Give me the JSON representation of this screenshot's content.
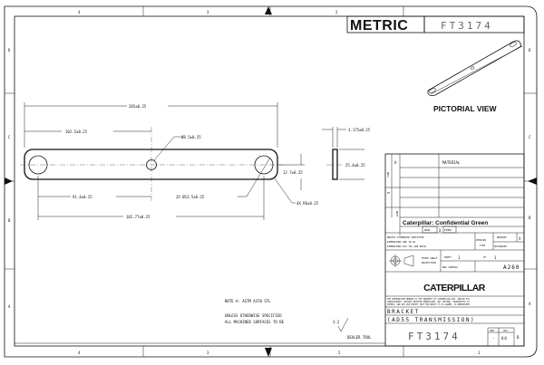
{
  "frame": {
    "zones_top": [
      "4",
      "3",
      "2"
    ],
    "zones_bottom": [
      "4",
      "3",
      "2",
      "1"
    ],
    "zones_left": [
      "D",
      "C",
      "B",
      "A"
    ],
    "zones_right": [
      "D",
      "C",
      "B",
      "A"
    ]
  },
  "header": {
    "metric_label": "METRIC",
    "drawing_number": "FT3174"
  },
  "pictorial": {
    "label": "PICTORIAL VIEW"
  },
  "dimensions": {
    "overall_length": "205±0.25",
    "center_hole_position": "102.5±0.25",
    "center_hole_dia": "Ø8.5±0.25",
    "end_hole_dia": "2X Ø13.5±0.25",
    "hole_to_center": "91.4±0.25",
    "hole_spacing": "182.77±0.25",
    "hole_height": "12.7±0.25",
    "corner_radius": "4X R6±0.25",
    "thickness": "3.175±0.25",
    "width": "25.4±0.25"
  },
  "notes": {
    "note_a": "NOTE A: ASTM A370 STL",
    "line1": "UNLESS OTHERWISE SPECIFIED",
    "line2": "ALL MACHINED SURFACES TO BE",
    "finish_value": "3.2",
    "dealer_tool": "DEALER TOOL"
  },
  "title_block": {
    "matl_label": "MATL",
    "wt_label": "WT",
    "note_label": "NOTE",
    "rev_a": "A",
    "material_label": "MATERIAL",
    "confidential": "Caterpillar: Confidential Green",
    "prod": "PROD.",
    "prod_mark": "X",
    "other": "OTHER",
    "unless1": "UNLESS OTHERWISE SPECIFIED",
    "unless2": "DIMENSIONS ARE IN mm",
    "unless3": "DIMENSIONS W/O TOL ARE BASIC",
    "version": "VERSION",
    "type": "TYPE",
    "primary": "PRIMARY",
    "primary_mark": "X",
    "secondary": "SECONDARY",
    "projection1": "THIRD ANGLE",
    "projection2": "PROJECTION",
    "sheet_label": "SHEET",
    "sheet": "1",
    "of_label": "OF",
    "of": "1",
    "dwg_control_label": "DWG CONTROL",
    "dwg_control": "A260",
    "logo": "CATERPILLAR",
    "property_notice1": "THE INFORMATION HEREIN IS THE PROPERTY OF CATERPILLAR INC. AND/OR ITS",
    "property_notice2": "SUBSIDIARIES. WITHOUT WRITTEN PERMISSION, ANY COPYING, TRANSMITTAL TO",
    "property_notice3": "OTHERS, AND ANY USE EXCEPT THAT FOR WHICH IT IS LOANED, IS PROHIBITED.",
    "title1": "BRACKET",
    "title2": "(AD55 TRANSMISSION)",
    "drawing_number": "FT3174",
    "ver_label": "VER",
    "ver": "-",
    "chg_label": "CHG",
    "chg": "00",
    "size": "B"
  }
}
